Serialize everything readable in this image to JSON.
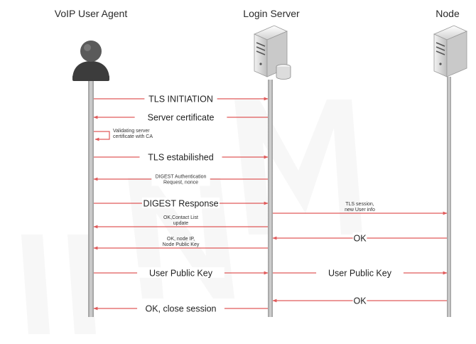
{
  "actors": {
    "agent": {
      "name": "VoIP User Agent"
    },
    "login": {
      "name": "Login Server"
    },
    "node": {
      "name": "Node"
    }
  },
  "messages": [
    {
      "id": "tls-initiation",
      "lines": [
        "TLS INITIATION"
      ]
    },
    {
      "id": "server-certificate",
      "lines": [
        "Server certificate"
      ]
    },
    {
      "id": "validating-cert",
      "lines": [
        "Validating server",
        "certificate with CA"
      ]
    },
    {
      "id": "tls-established",
      "lines": [
        "TLS estabilished"
      ]
    },
    {
      "id": "digest-auth-request",
      "lines": [
        "DIGEST Authentication",
        "Request, nonce"
      ]
    },
    {
      "id": "digest-response",
      "lines": [
        "DIGEST Response"
      ]
    },
    {
      "id": "tls-session-new-user",
      "lines": [
        "TLS session,",
        "new User info"
      ]
    },
    {
      "id": "ok-contact-list",
      "lines": [
        "OK,Contact List",
        "update"
      ]
    },
    {
      "id": "ok-from-node-1",
      "lines": [
        "OK"
      ]
    },
    {
      "id": "ok-node-ip",
      "lines": [
        "OK, node IP,",
        "Node Public Key"
      ]
    },
    {
      "id": "user-public-key-1",
      "lines": [
        "User   Public Key"
      ]
    },
    {
      "id": "user-public-key-2",
      "lines": [
        "User   Public Key"
      ]
    },
    {
      "id": "ok-from-node-2",
      "lines": [
        "OK"
      ]
    },
    {
      "id": "ok-close-session",
      "lines": [
        "OK, close session"
      ]
    }
  ],
  "colors": {
    "arrow": "#e05a5a",
    "lifeline": "#b8b8b8",
    "text": "#222222",
    "watermark": "#eeeeee"
  },
  "icons": {
    "agent": "user-person-icon",
    "login": "server-with-database-icon",
    "node": "server-tower-icon"
  }
}
